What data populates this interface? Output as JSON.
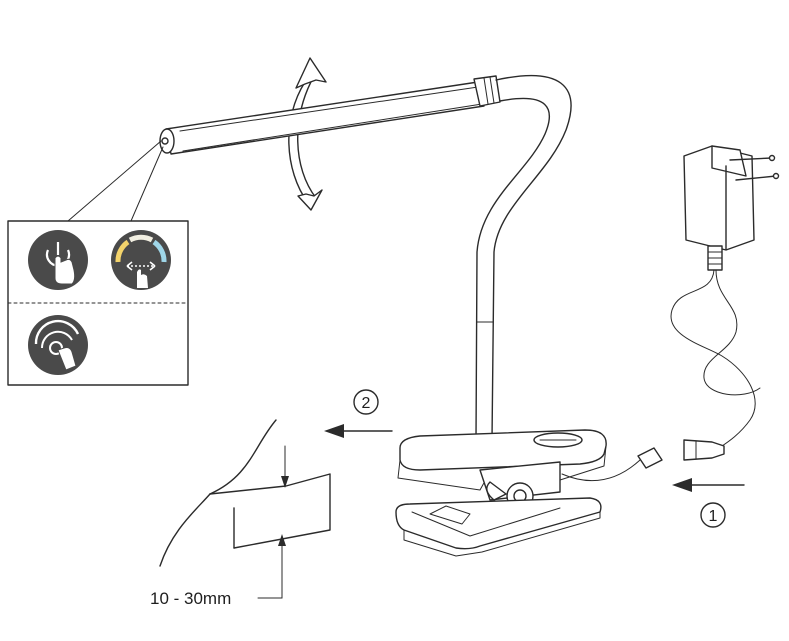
{
  "labels": {
    "step_1": "1",
    "step_2": "2",
    "thickness": "10 - 30mm"
  },
  "icons": [
    "touch-power-icon",
    "color-temperature-slide-icon",
    "dimming-touch-icon"
  ],
  "colors": {
    "line": "#2b2b2b",
    "icon_bg": "#4a4a4a",
    "warm": "#f3d36b",
    "neutral": "#f2efe2",
    "cool": "#9fd6e8"
  }
}
